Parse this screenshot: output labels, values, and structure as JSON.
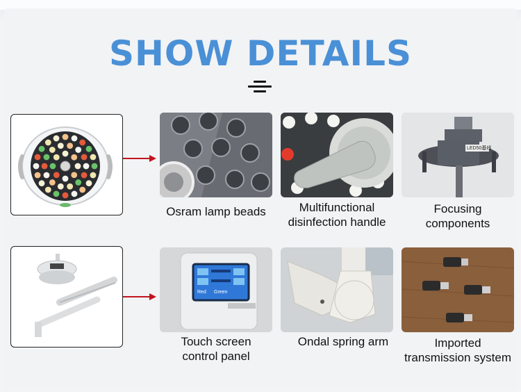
{
  "heading": "SHOW DETAILS",
  "rows": [
    {
      "items": [
        {
          "caption": [
            "Osram lamp beads"
          ]
        },
        {
          "caption": [
            "Multifunctional",
            "disinfection handle"
          ]
        },
        {
          "caption": [
            "Focusing",
            "components"
          ]
        }
      ]
    },
    {
      "items": [
        {
          "caption": [
            "Touch screen",
            "control panel"
          ]
        },
        {
          "caption": [
            "Ondal spring arm"
          ]
        },
        {
          "caption": [
            "Imported",
            "transmission system"
          ]
        }
      ]
    }
  ],
  "focusing_label": "LED50基线",
  "touch_panel_buttons": [
    "Red",
    "Green"
  ],
  "colors": {
    "heading": "#4a90d6",
    "arrow": "#c0141b",
    "touch_screen": "#2f78d8"
  }
}
